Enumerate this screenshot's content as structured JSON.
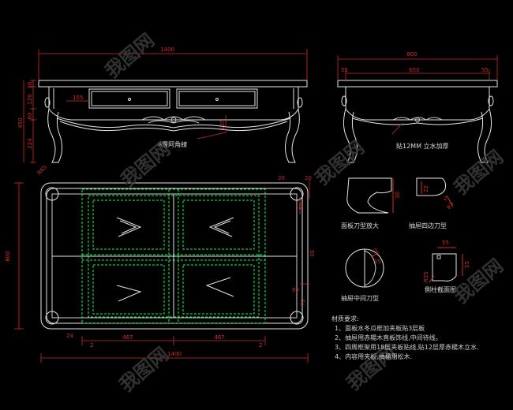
{
  "colors": {
    "background": "#000000",
    "outline": "#e6e6e6",
    "dimension": "#d22b2b",
    "drawer_fill": "#00ff55",
    "text": "#d9d9d9",
    "watermark": "#3a3a3a"
  },
  "front_view": {
    "width_label": "1400",
    "height_total": "450",
    "segments": [
      "36",
      "120",
      "60",
      "224"
    ],
    "drawer_dim": "155",
    "leg_dim": "135",
    "caption": "8層阿角線"
  },
  "side_view": {
    "depth_label": "800",
    "inner_label": "650",
    "left_offset": "55",
    "right_offset": "55",
    "caption": "貼12MM 立水加厚"
  },
  "plan_view": {
    "width_label": "1400",
    "depth_label": "800",
    "bottom_dims": [
      "467",
      "467"
    ],
    "corner_dims": [
      "R65",
      "20",
      "20",
      "50",
      "30",
      "70",
      "90",
      "24",
      "2",
      "2"
    ]
  },
  "details": {
    "top_edge": {
      "caption": "面板刀型放大",
      "dims": [
        "30"
      ]
    },
    "drawer_edge": {
      "caption": "抽屉四边刀型",
      "dims": [
        "22",
        "2",
        "R3"
      ]
    },
    "drawer_center": {
      "caption": "抽屉中间刀型",
      "dims": [
        "15",
        "1"
      ]
    },
    "column": {
      "caption": "側柱截面图",
      "dims": [
        "55",
        "55",
        "R25"
      ]
    }
  },
  "notes": {
    "title": "材质要求:",
    "lines": [
      "1、面板水冬瓜框加夹板贴3层板",
      "2、抽屉用赤楊木直板饰线,中间待线。",
      "3、四周框架用18层夹板贴线,贴12层厚赤楊木立水.",
      "4、内容用夹板,抽桶用松木."
    ]
  },
  "watermark": {
    "brand": "我图网"
  }
}
